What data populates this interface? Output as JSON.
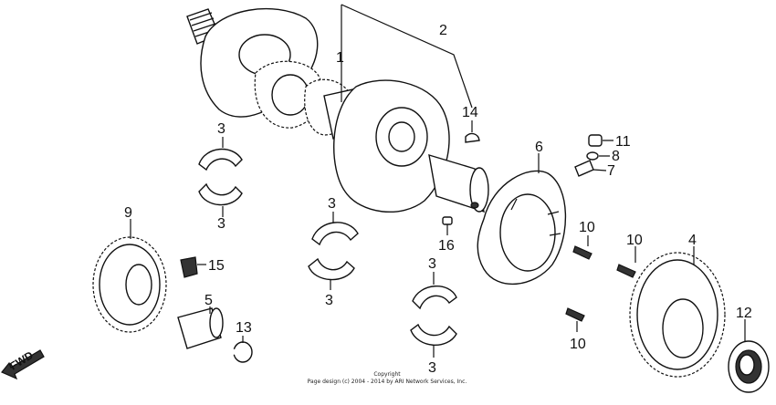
{
  "callouts": [
    {
      "id": "c1",
      "label": "1"
    },
    {
      "id": "c2",
      "label": "2"
    },
    {
      "id": "c3a",
      "label": "3"
    },
    {
      "id": "c3b",
      "label": "3"
    },
    {
      "id": "c3c",
      "label": "3"
    },
    {
      "id": "c3d",
      "label": "3"
    },
    {
      "id": "c3e",
      "label": "3"
    },
    {
      "id": "c3f",
      "label": "3"
    },
    {
      "id": "c4",
      "label": "4"
    },
    {
      "id": "c5",
      "label": "5"
    },
    {
      "id": "c6",
      "label": "6"
    },
    {
      "id": "c7",
      "label": "7"
    },
    {
      "id": "c8",
      "label": "8"
    },
    {
      "id": "c9",
      "label": "9"
    },
    {
      "id": "c10a",
      "label": "10"
    },
    {
      "id": "c10b",
      "label": "10"
    },
    {
      "id": "c10c",
      "label": "10"
    },
    {
      "id": "c11",
      "label": "11"
    },
    {
      "id": "c12",
      "label": "12"
    },
    {
      "id": "c13",
      "label": "13"
    },
    {
      "id": "c14",
      "label": "14"
    },
    {
      "id": "c15",
      "label": "15"
    },
    {
      "id": "c16",
      "label": "16"
    }
  ],
  "direction_label": "FWD",
  "copyright": {
    "line1": "Copyright",
    "line2": "Page design (c) 2004 - 2014 by ARI Network Services, Inc."
  }
}
